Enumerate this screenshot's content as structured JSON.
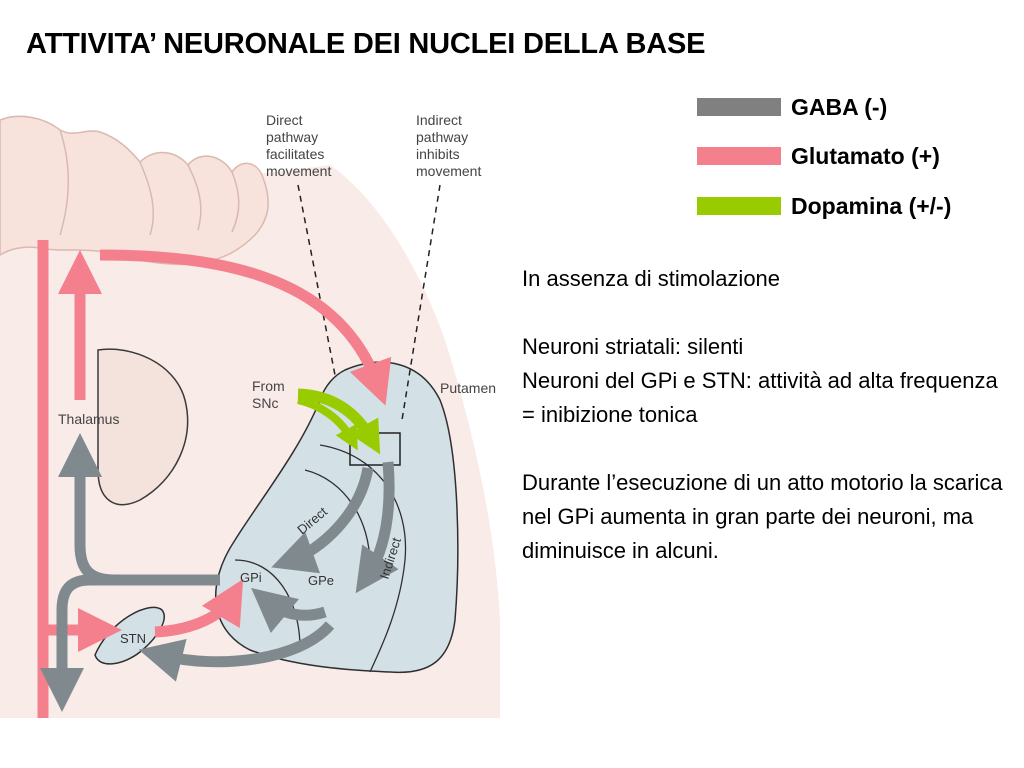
{
  "title": "ATTIVITA’ NEURONALE DEI NUCLEI DELLA BASE",
  "legend": [
    {
      "label": "GABA (-)",
      "color": "#808080"
    },
    {
      "label": "Glutamato (+)",
      "color": "#f4808e"
    },
    {
      "label": "Dopamina (+/-)",
      "color": "#99cc00"
    }
  ],
  "diagram": {
    "direct_label": [
      "Direct",
      "pathway",
      "facilitates",
      "movement"
    ],
    "indirect_label": [
      "Indirect",
      "pathway",
      "inhibits",
      "movement"
    ],
    "from_snc": [
      "From",
      "SNc"
    ],
    "putamen": "Putamen",
    "thalamus": "Thalamus",
    "gpi": "GPi",
    "gpe": "GPe",
    "stn": "STN",
    "direct": "Direct",
    "indirect": "Indirect",
    "colors": {
      "cortex": "#f7e3dc",
      "background": "#f9ebe8",
      "striatum": "#d3e0e6",
      "gaba": "#808a8e",
      "glutamate": "#f4808e",
      "dopamine": "#99cc00"
    }
  },
  "notes": {
    "heading": "In assenza di stimolazione",
    "p2_line1": "Neuroni striatali: silenti",
    "p2_line2": "Neuroni del GPi e STN: attività ad alta frequenza = inibizione tonica",
    "p3": "Durante l’esecuzione di un atto motorio la scarica nel GPi aumenta in gran parte dei neuroni, ma diminuisce in alcuni."
  }
}
